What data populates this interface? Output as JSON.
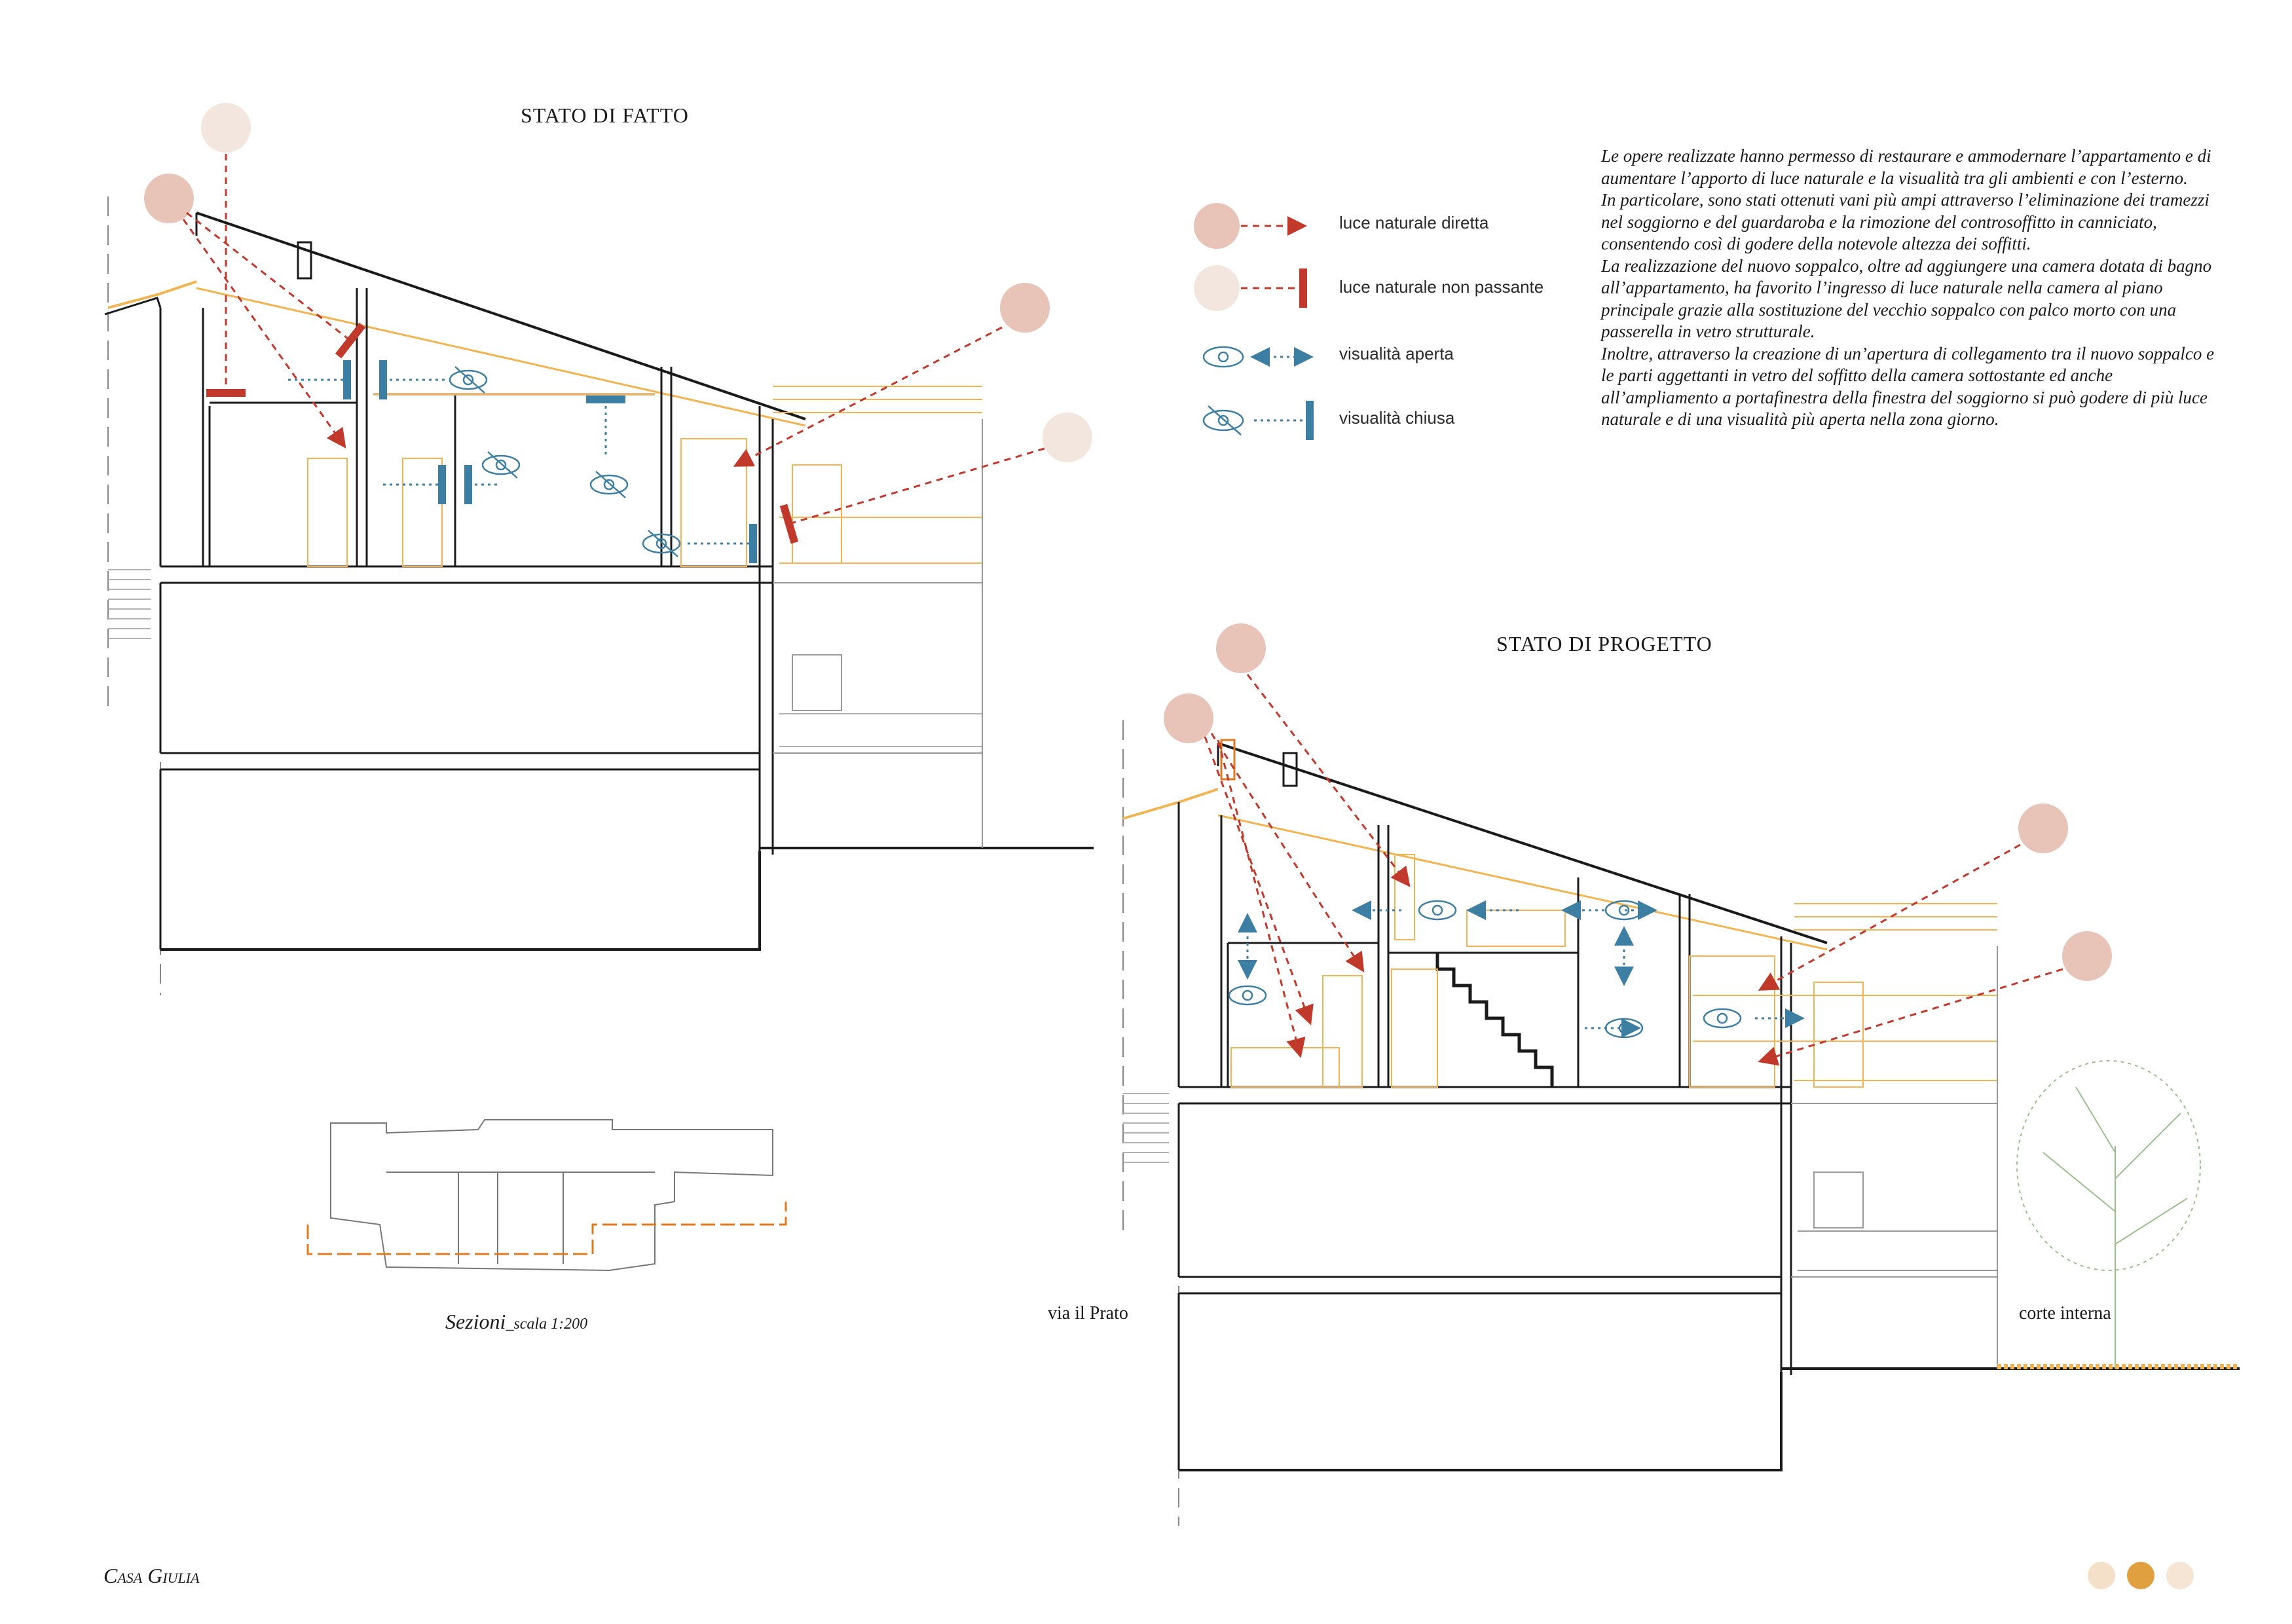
{
  "titles": {
    "existing": "STATO DI FATTO",
    "project": "STATO DI PROGETTO"
  },
  "legend": [
    {
      "label": "luce naturale diretta",
      "icon": "sun-direct-arrow-icon"
    },
    {
      "label": "luce naturale non passante",
      "icon": "sun-blocked-arrow-icon"
    },
    {
      "label": "visualità aperta",
      "icon": "eye-open-arrow-icon"
    },
    {
      "label": "visualità chiusa",
      "icon": "eye-closed-arrow-icon"
    }
  ],
  "description": [
    "Le opere realizzate hanno permesso di restaurare e ammodernare l’appartamento e di aumentare l’apporto di luce naturale e la visualità tra gli ambienti e con l’esterno.",
    "In particolare, sono stati ottenuti vani più ampi attraverso l’eliminazione dei tramezzi nel soggiorno e del guardaroba e la rimozione del controsoffitto in canniciato, consentendo così di godere della notevole altezza dei soffitti.",
    "La realizzazione del nuovo soppalco, oltre ad aggiungere una camera dotata di bagno all’appartamento, ha favorito l’ingresso di luce naturale nella camera al piano principale grazie alla sostituzione del vecchio soppalco con palco morto con una passerella in vetro strutturale.",
    "Inoltre, attraverso la creazione di un’apertura di collegamento tra il nuovo soppalco e le parti aggettanti in vetro del soffitto della camera sottostante ed anche all’ampliamento a portafinestra della finestra del soggiorno si può godere di più luce naturale e di una visualità più aperta nella zona giorno."
  ],
  "caption": {
    "main": "Sezioni",
    "scale": "_scala 1:200"
  },
  "labels": {
    "street_left": "via il Prato",
    "street_right": "corte interna"
  },
  "project_name": "Casa Giulia",
  "colors": {
    "sun_direct": "#e8c4b8",
    "sun_blocked": "#f3e6df",
    "light_arrow": "#c0392b",
    "view_arrow": "#3d7fa3",
    "yellow_detail": "#f2b450",
    "orange_section": "#e07a1f",
    "page_dots": [
      "#f4dfc9",
      "#e0a040",
      "#f6e4d4"
    ]
  }
}
